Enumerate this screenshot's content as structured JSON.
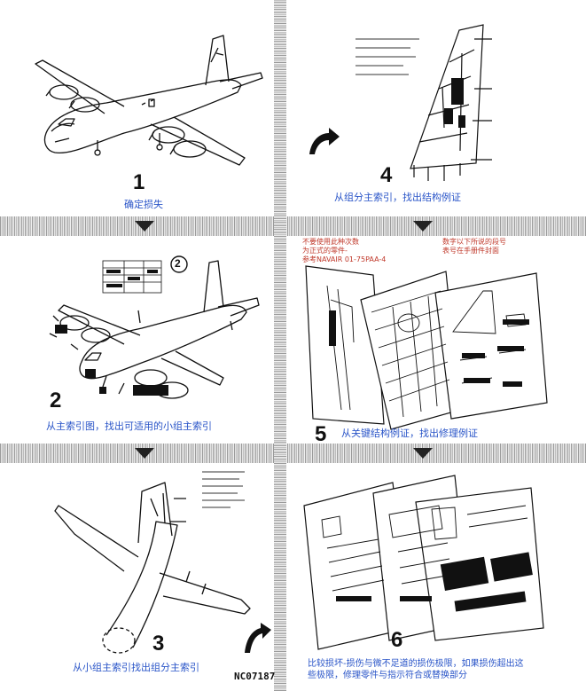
{
  "steps": [
    {
      "number": "1",
      "caption": "确定损失"
    },
    {
      "number": "2",
      "caption": "从主索引图，找出可适用的小组主索引"
    },
    {
      "number": "3",
      "caption": "从小组主索引找出组分主索引"
    },
    {
      "number": "4",
      "caption": "从组分主索引，找出结构例证"
    },
    {
      "number": "5",
      "caption": "从关键结构例证，找出修理例证"
    },
    {
      "number": "6",
      "caption": "比较损坏-损伤与微不足道的损伤极限，如果损伤超出这些极限，修理零件与指示符合或替换部分"
    }
  ],
  "step2_callout": "2",
  "step5_notes": {
    "left": [
      "不要使用此种次数",
      "为正式的零件-",
      "参考NAVAIR 01-75PAA-4"
    ],
    "right": [
      "数字以下所说的段号",
      "表号在手册件封面"
    ]
  },
  "document_code": "NC07187",
  "icons": [
    "down-arrow-icon",
    "curved-arrow-icon"
  ]
}
